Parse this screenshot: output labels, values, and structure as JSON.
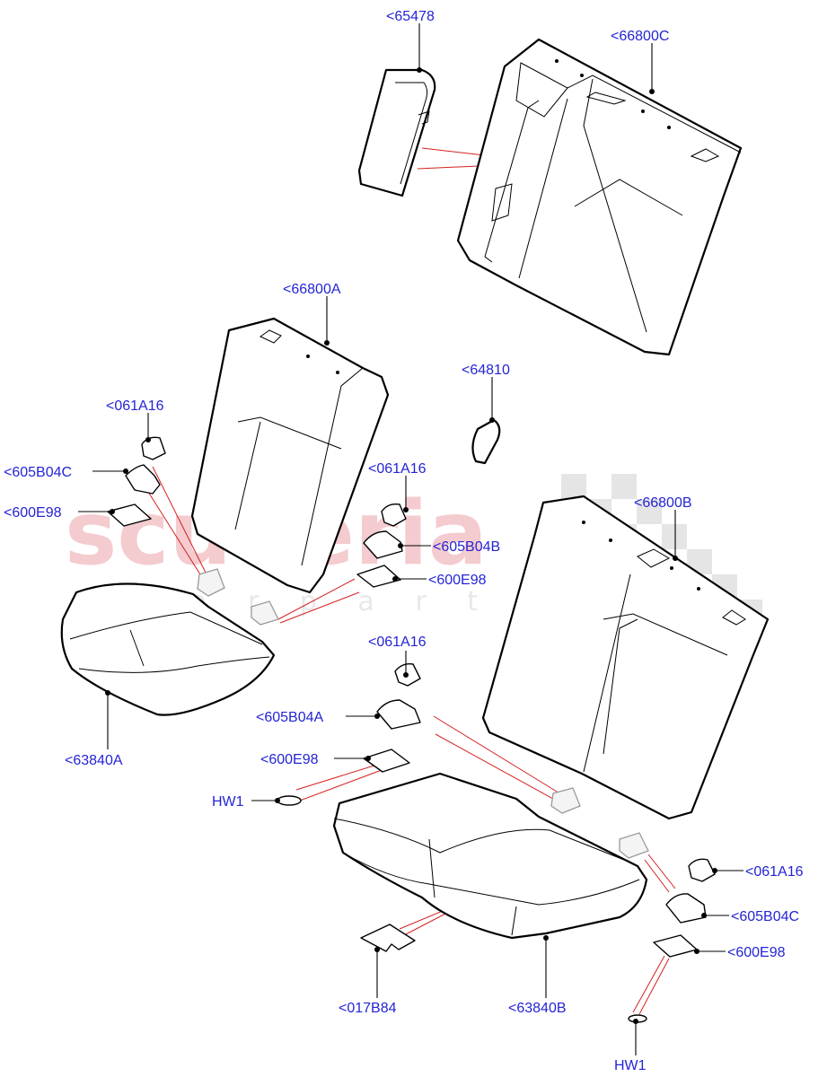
{
  "watermark": {
    "brand": "scuderia",
    "sub": "c a r p a r t s",
    "brand_color": "#f3c6ca",
    "checker_color": "#e3e3e3"
  },
  "colors": {
    "label": "#2424d6",
    "leader": "#000000",
    "hint_line": "#d62020"
  },
  "labels": {
    "p65478": "<65478",
    "p66800C": "<66800C",
    "p66800A": "<66800A",
    "p64810": "<64810",
    "p061A16_a": "<061A16",
    "p605B04C_a": "<605B04C",
    "p600E98_a": "<600E98",
    "p061A16_b": "<061A16",
    "p605B04B": "<605B04B",
    "p600E98_b": "<600E98",
    "p66800B": "<66800B",
    "p63840A": "<63840A",
    "p061A16_c": "<061A16",
    "p605B04A": "<605B04A",
    "p600E98_c": "<600E98",
    "hw1_a": "HW1",
    "p061A16_d": "<061A16",
    "p605B04C_b": "<605B04C",
    "p600E98_d": "<600E98",
    "p017B84": "<017B84",
    "p63840B": "<63840B",
    "hw1_b": "HW1"
  }
}
